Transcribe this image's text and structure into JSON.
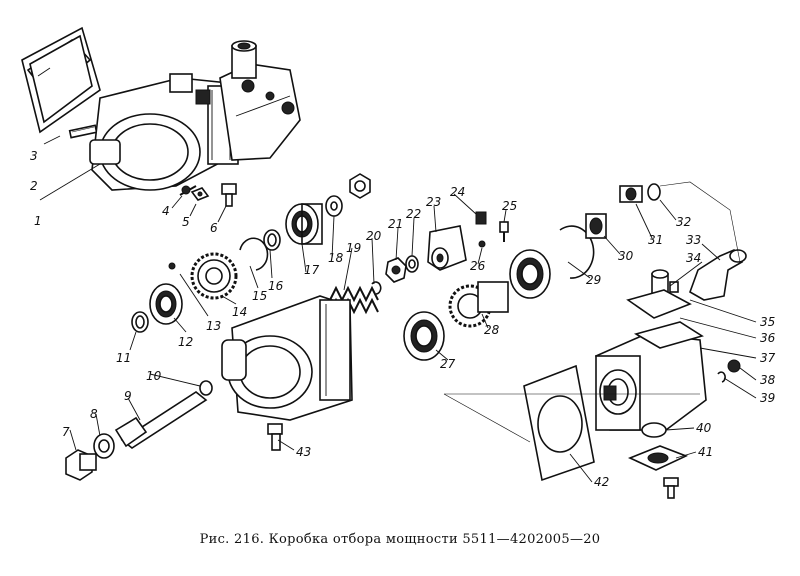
{
  "caption": "Рис. 216. Коробка отбора мощности 5511—4202005—20",
  "callouts": [
    "1",
    "2",
    "3",
    "4",
    "5",
    "6",
    "7",
    "8",
    "9",
    "10",
    "11",
    "12",
    "13",
    "14",
    "15",
    "16",
    "17",
    "18",
    "19",
    "20",
    "21",
    "22",
    "23",
    "24",
    "25",
    "26",
    "27",
    "28",
    "29",
    "30",
    "31",
    "32",
    "33",
    "34",
    "35",
    "36",
    "37",
    "38",
    "39",
    "40",
    "41",
    "42",
    "43"
  ]
}
